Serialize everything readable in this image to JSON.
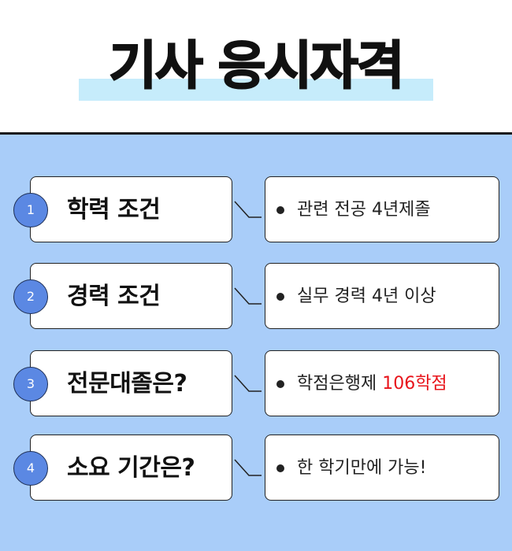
{
  "title": "기사 응시자격",
  "colors": {
    "panel_bg": "#a9cdf9",
    "title_highlight": "#c6ecfb",
    "number_circle": "#5b88e3",
    "accent_red": "#e8141b"
  },
  "rows": [
    {
      "number": "1",
      "label": "학력 조건",
      "info": "관련 전공 4년제졸",
      "info_highlight": ""
    },
    {
      "number": "2",
      "label": "경력 조건",
      "info": "실무 경력 4년 이상",
      "info_highlight": ""
    },
    {
      "number": "3",
      "label": "전문대졸은?",
      "info": "학점은행제 ",
      "info_highlight": "106학점"
    },
    {
      "number": "4",
      "label": "소요 기간은?",
      "info": "한 학기만에 가능!",
      "info_highlight": ""
    }
  ]
}
